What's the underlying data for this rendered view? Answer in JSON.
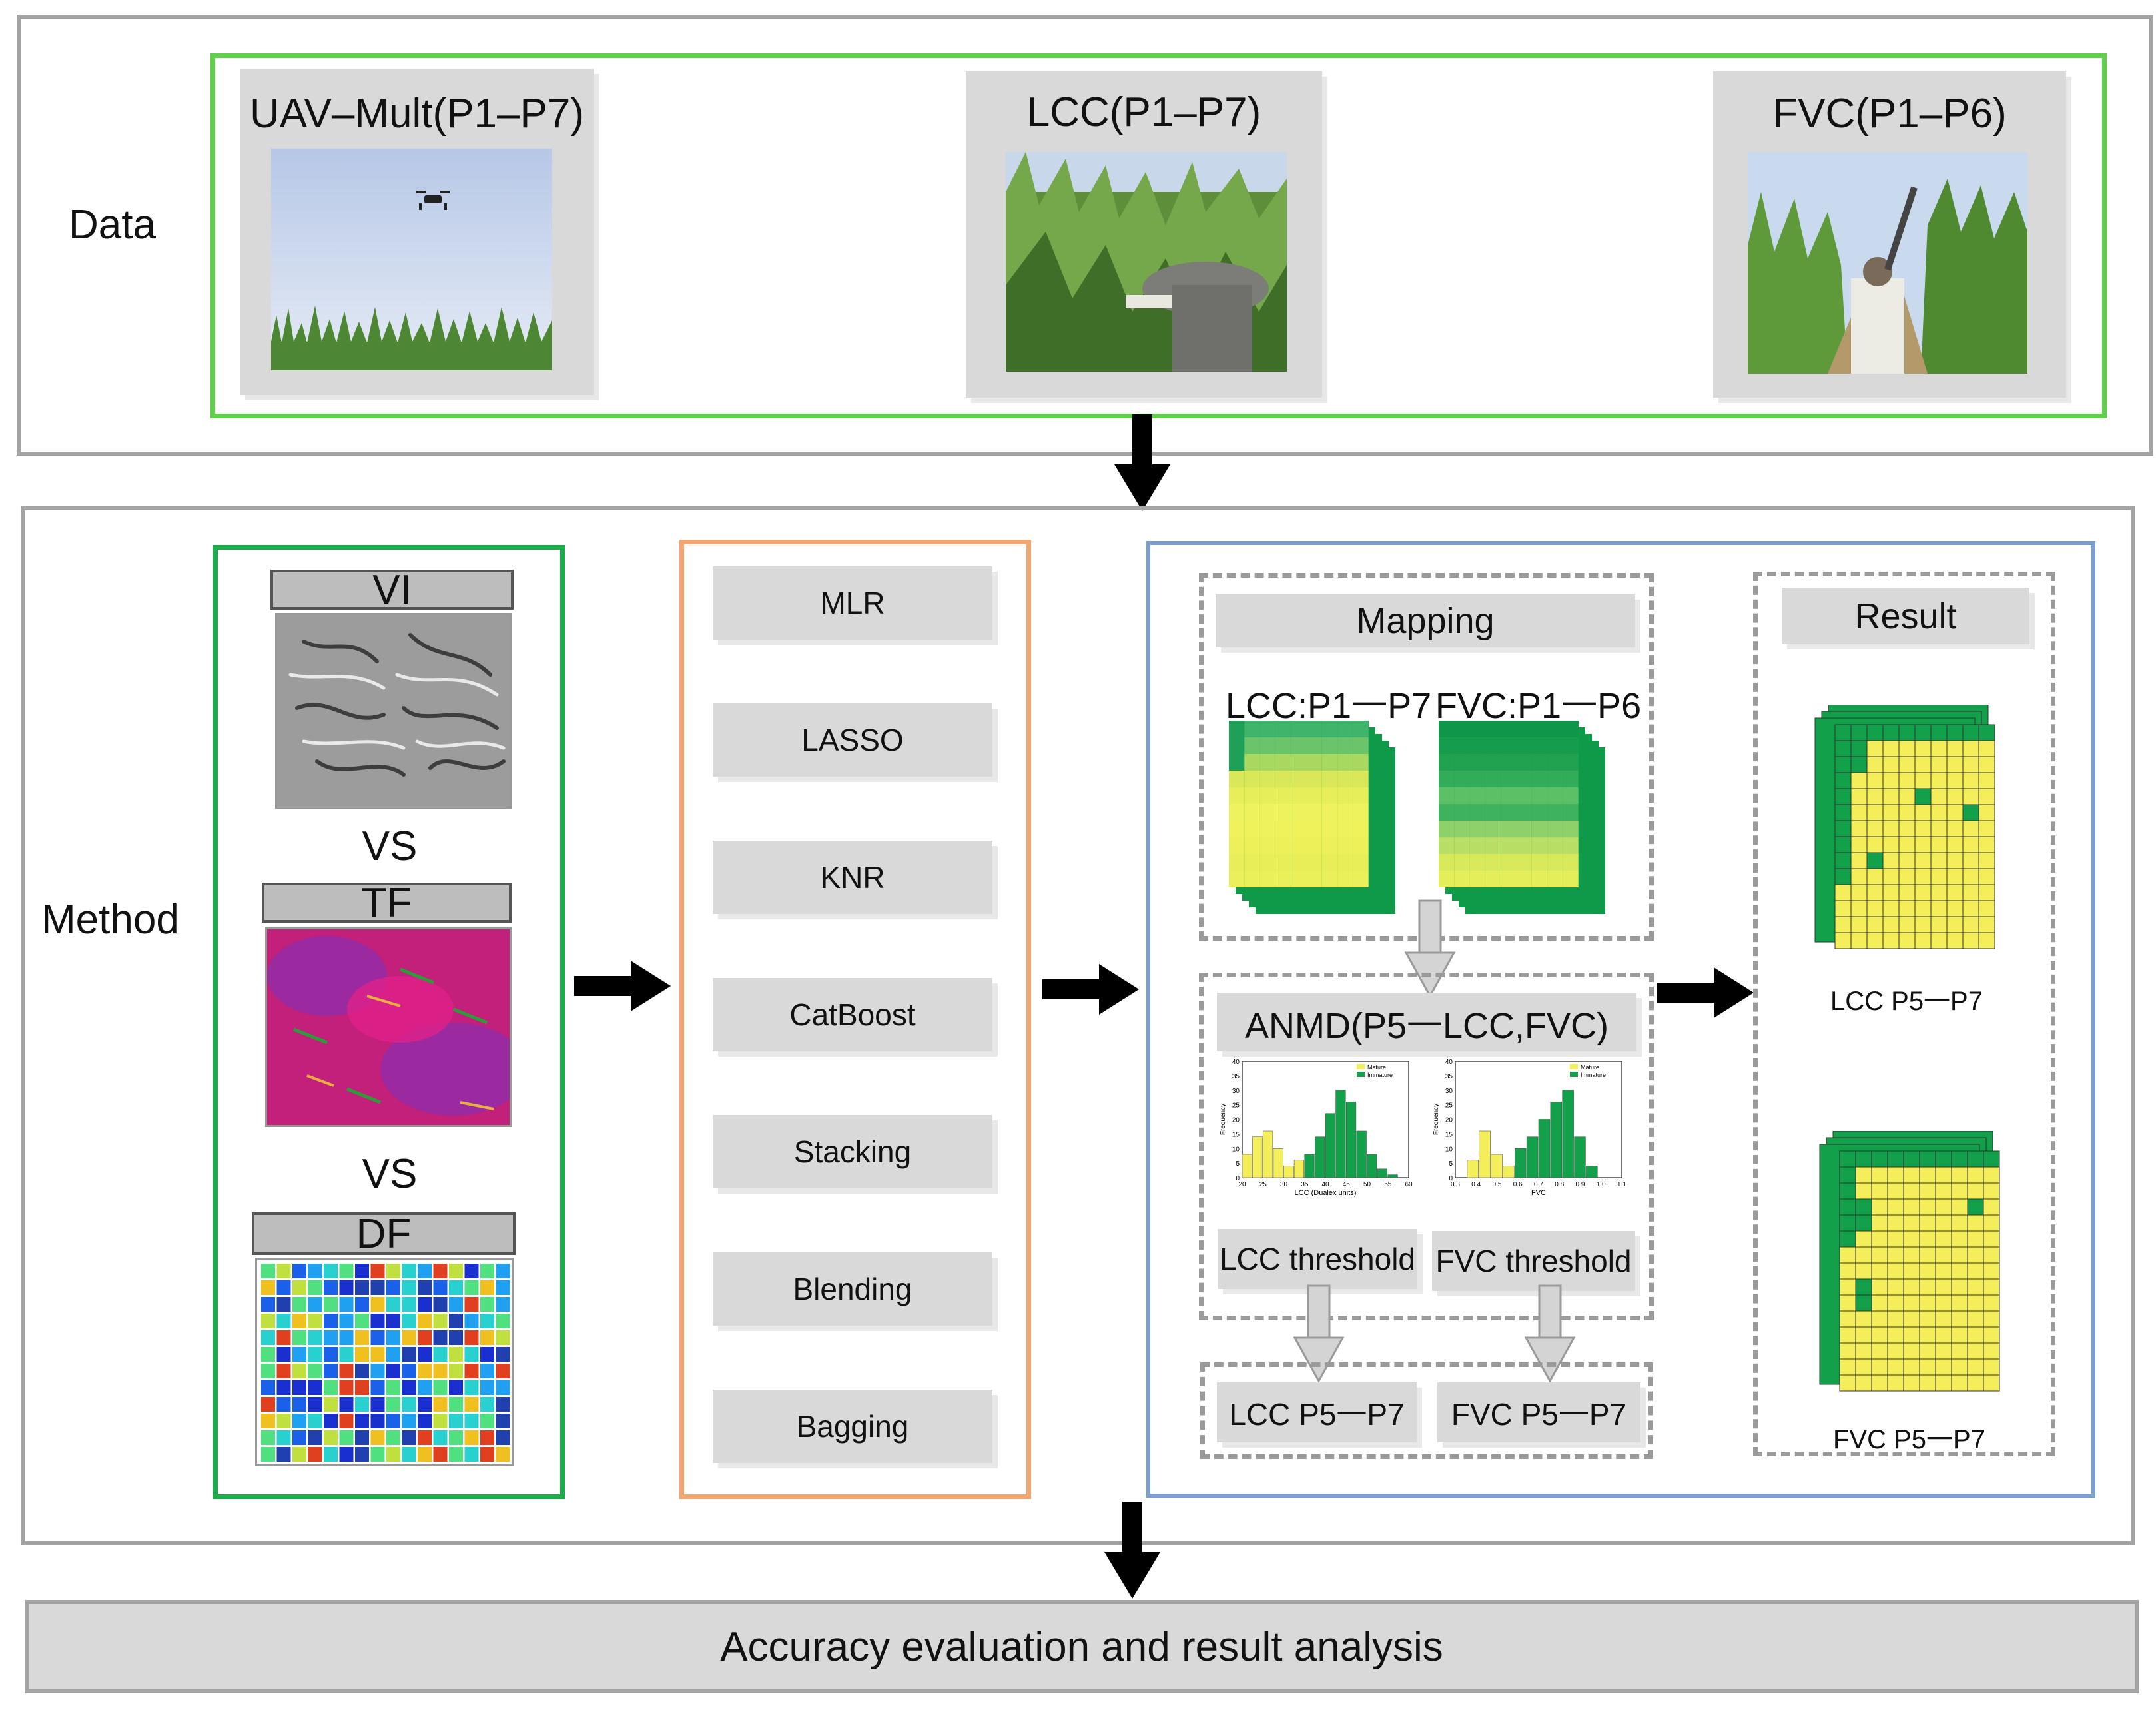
{
  "data_section": {
    "label": "Data",
    "items": [
      {
        "title": "UAV–Mult(P1–P7)",
        "image": "uav-drone-over-maize-photo"
      },
      {
        "title": "LCC(P1–P7)",
        "image": "field-measurement-leaf-chlorophyll-photo"
      },
      {
        "title": "FVC(P1–P6)",
        "image": "field-measurement-vegetation-cover-photo"
      }
    ]
  },
  "method_section": {
    "label": "Method",
    "features": {
      "vi": "VI",
      "vs1": "VS",
      "tf": "TF",
      "vs2": "VS",
      "df": "DF"
    },
    "models": [
      "MLR",
      "LASSO",
      "KNR",
      "CatBoost",
      "Stacking",
      "Blending",
      "Bagging"
    ],
    "mapping": {
      "title": "Mapping",
      "lcc_label": "LCC:P1一P7",
      "fvc_label": "FVC:P1一P6"
    },
    "anmd": {
      "title": "ANMD(P5一LCC,FVC)",
      "lcc_threshold": "LCC threshold",
      "fvc_threshold": "FVC threshold",
      "lcc_out": "LCC P5一P7",
      "fvc_out": "FVC P5一P7",
      "hist_lcc": {
        "ylabel": "Frequency",
        "xlabel": "LCC (Dualex units)",
        "yticks": [
          "40",
          "35",
          "30",
          "25",
          "20",
          "15",
          "10",
          "5",
          "0"
        ],
        "xticks": [
          "20",
          "25",
          "30",
          "35",
          "40",
          "45",
          "50",
          "55",
          "60"
        ],
        "legend": [
          "Mature",
          "Immature"
        ]
      },
      "hist_fvc": {
        "ylabel": "Frequency",
        "xlabel": "FVC",
        "yticks": [
          "40",
          "35",
          "30",
          "25",
          "20",
          "15",
          "10",
          "5",
          "0"
        ],
        "xticks": [
          "0.3",
          "0.4",
          "0.5",
          "0.6",
          "0.7",
          "0.8",
          "0.9",
          "1.0",
          "1.1"
        ],
        "legend": [
          "Mature",
          "Immature"
        ]
      }
    },
    "result": {
      "title": "Result",
      "lcc_label": "LCC P5一P7",
      "fvc_label": "FVC P5一P7"
    }
  },
  "footer": {
    "label": "Accuracy evaluation and result analysis"
  },
  "colors": {
    "green_frame": "#5fd04a",
    "method_green": "#1aae48",
    "orange": "#f4a670",
    "blue": "#7a9fcc",
    "mature_yellow": "#f3ee5a",
    "immature_green": "#12a04a",
    "arrow": "#000000"
  }
}
